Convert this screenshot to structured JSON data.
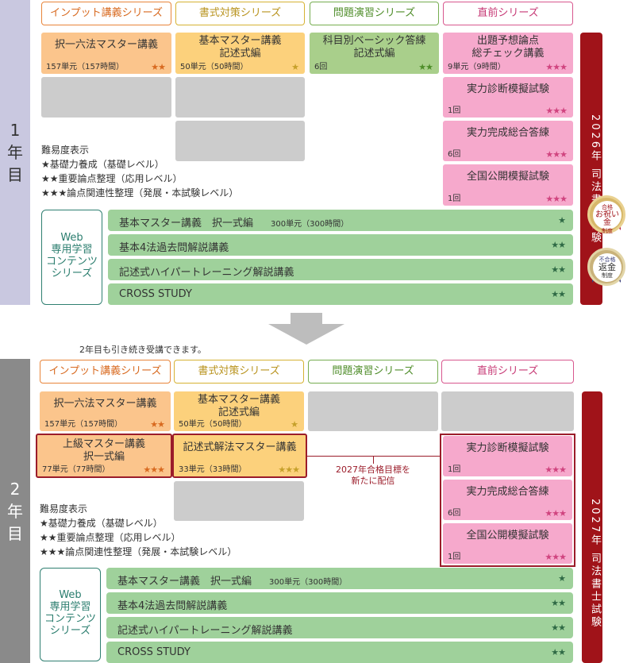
{
  "year1": {
    "side_label": [
      "1",
      "年",
      "目"
    ],
    "headers": [
      "インプット講義シリーズ",
      "書式対策シリーズ",
      "問題演習シリーズ",
      "直前シリーズ"
    ],
    "cards": {
      "input": {
        "title": "択一六法マスター講義",
        "meta": "157単元（157時間）",
        "stars": "★★"
      },
      "shoshiki": {
        "title": "基本マスター講義\n記述式編",
        "meta": "50単元（50時間）",
        "stars": "★"
      },
      "mondai": {
        "title": "科目別ベーシック答練\n記述式編",
        "meta": "6回",
        "stars": "★★"
      },
      "chokuzen": [
        {
          "title": "出題予想論点\n総チェック講義",
          "meta": "9単元（9時間）",
          "stars": "★★★"
        },
        {
          "title": "実力診断模擬試験",
          "meta": "1回",
          "stars": "★★★"
        },
        {
          "title": "実力完成総合答練",
          "meta": "6回",
          "stars": "★★★"
        },
        {
          "title": "全国公開模擬試験",
          "meta": "1回",
          "stars": "★★★"
        }
      ]
    },
    "legend": [
      "難易度表示",
      "★基礎力養成（基礎レベル）",
      "★★重要論点整理（応用レベル）",
      "★★★論点関連性整理（発展・本試験レベル）"
    ],
    "web_label": "Web\n専用学習\nコンテンツ\nシリーズ",
    "web_rows": [
      {
        "title": "基本マスター講義　択一式編",
        "meta": "300単元（300時間）",
        "stars": "★"
      },
      {
        "title": "基本4法過去問解説講義",
        "meta": "",
        "stars": "★★"
      },
      {
        "title": "記述式ハイパートレーニング解説講義",
        "meta": "",
        "stars": "★★"
      },
      {
        "title": "CROSS STUDY",
        "meta": "",
        "stars": "★★"
      }
    ],
    "exam": "2026年 司法書士試験",
    "medals": [
      {
        "small": "合格",
        "main": "お祝い金",
        "sub": "制度"
      },
      {
        "small": "不合格",
        "main": "返金",
        "sub": "制度"
      }
    ]
  },
  "transition_note": "2年目も引き続き受講できます。",
  "year2": {
    "side_label": [
      "2",
      "年",
      "目"
    ],
    "headers": [
      "インプット講義シリーズ",
      "書式対策シリーズ",
      "問題演習シリーズ",
      "直前シリーズ"
    ],
    "cards": {
      "input": [
        {
          "title": "択一六法マスター講義",
          "meta": "157単元（157時間）",
          "stars": "★★"
        },
        {
          "title": "上級マスター講義\n択一式編",
          "meta": "77単元（77時間）",
          "stars": "★★★"
        }
      ],
      "shoshiki": [
        {
          "title": "基本マスター講義\n記述式編",
          "meta": "50単元（50時間）",
          "stars": "★"
        },
        {
          "title": "記述式解法マスター講義",
          "meta": "33単元（33時間）",
          "stars": "★★★"
        }
      ],
      "chokuzen": [
        {
          "title": "実力診断模擬試験",
          "meta": "1回",
          "stars": "★★★"
        },
        {
          "title": "実力完成総合答練",
          "meta": "6回",
          "stars": "★★★"
        },
        {
          "title": "全国公開模擬試験",
          "meta": "1回",
          "stars": "★★★"
        }
      ]
    },
    "new_note": "2027年合格目標を\n新たに配信",
    "legend": [
      "難易度表示",
      "★基礎力養成（基礎レベル）",
      "★★重要論点整理（応用レベル）",
      "★★★論点関連性整理（発展・本試験レベル）"
    ],
    "web_label": "Web\n専用学習\nコンテンツ\nシリーズ",
    "web_rows": [
      {
        "title": "基本マスター講義　択一式編",
        "meta": "300単元（300時間）",
        "stars": "★"
      },
      {
        "title": "基本4法過去問解説講義",
        "meta": "",
        "stars": "★★"
      },
      {
        "title": "記述式ハイパートレーニング解説講義",
        "meta": "",
        "stars": "★★"
      },
      {
        "title": "CROSS STUDY",
        "meta": "",
        "stars": "★★"
      }
    ],
    "exam": "2027年 司法書士試験"
  }
}
